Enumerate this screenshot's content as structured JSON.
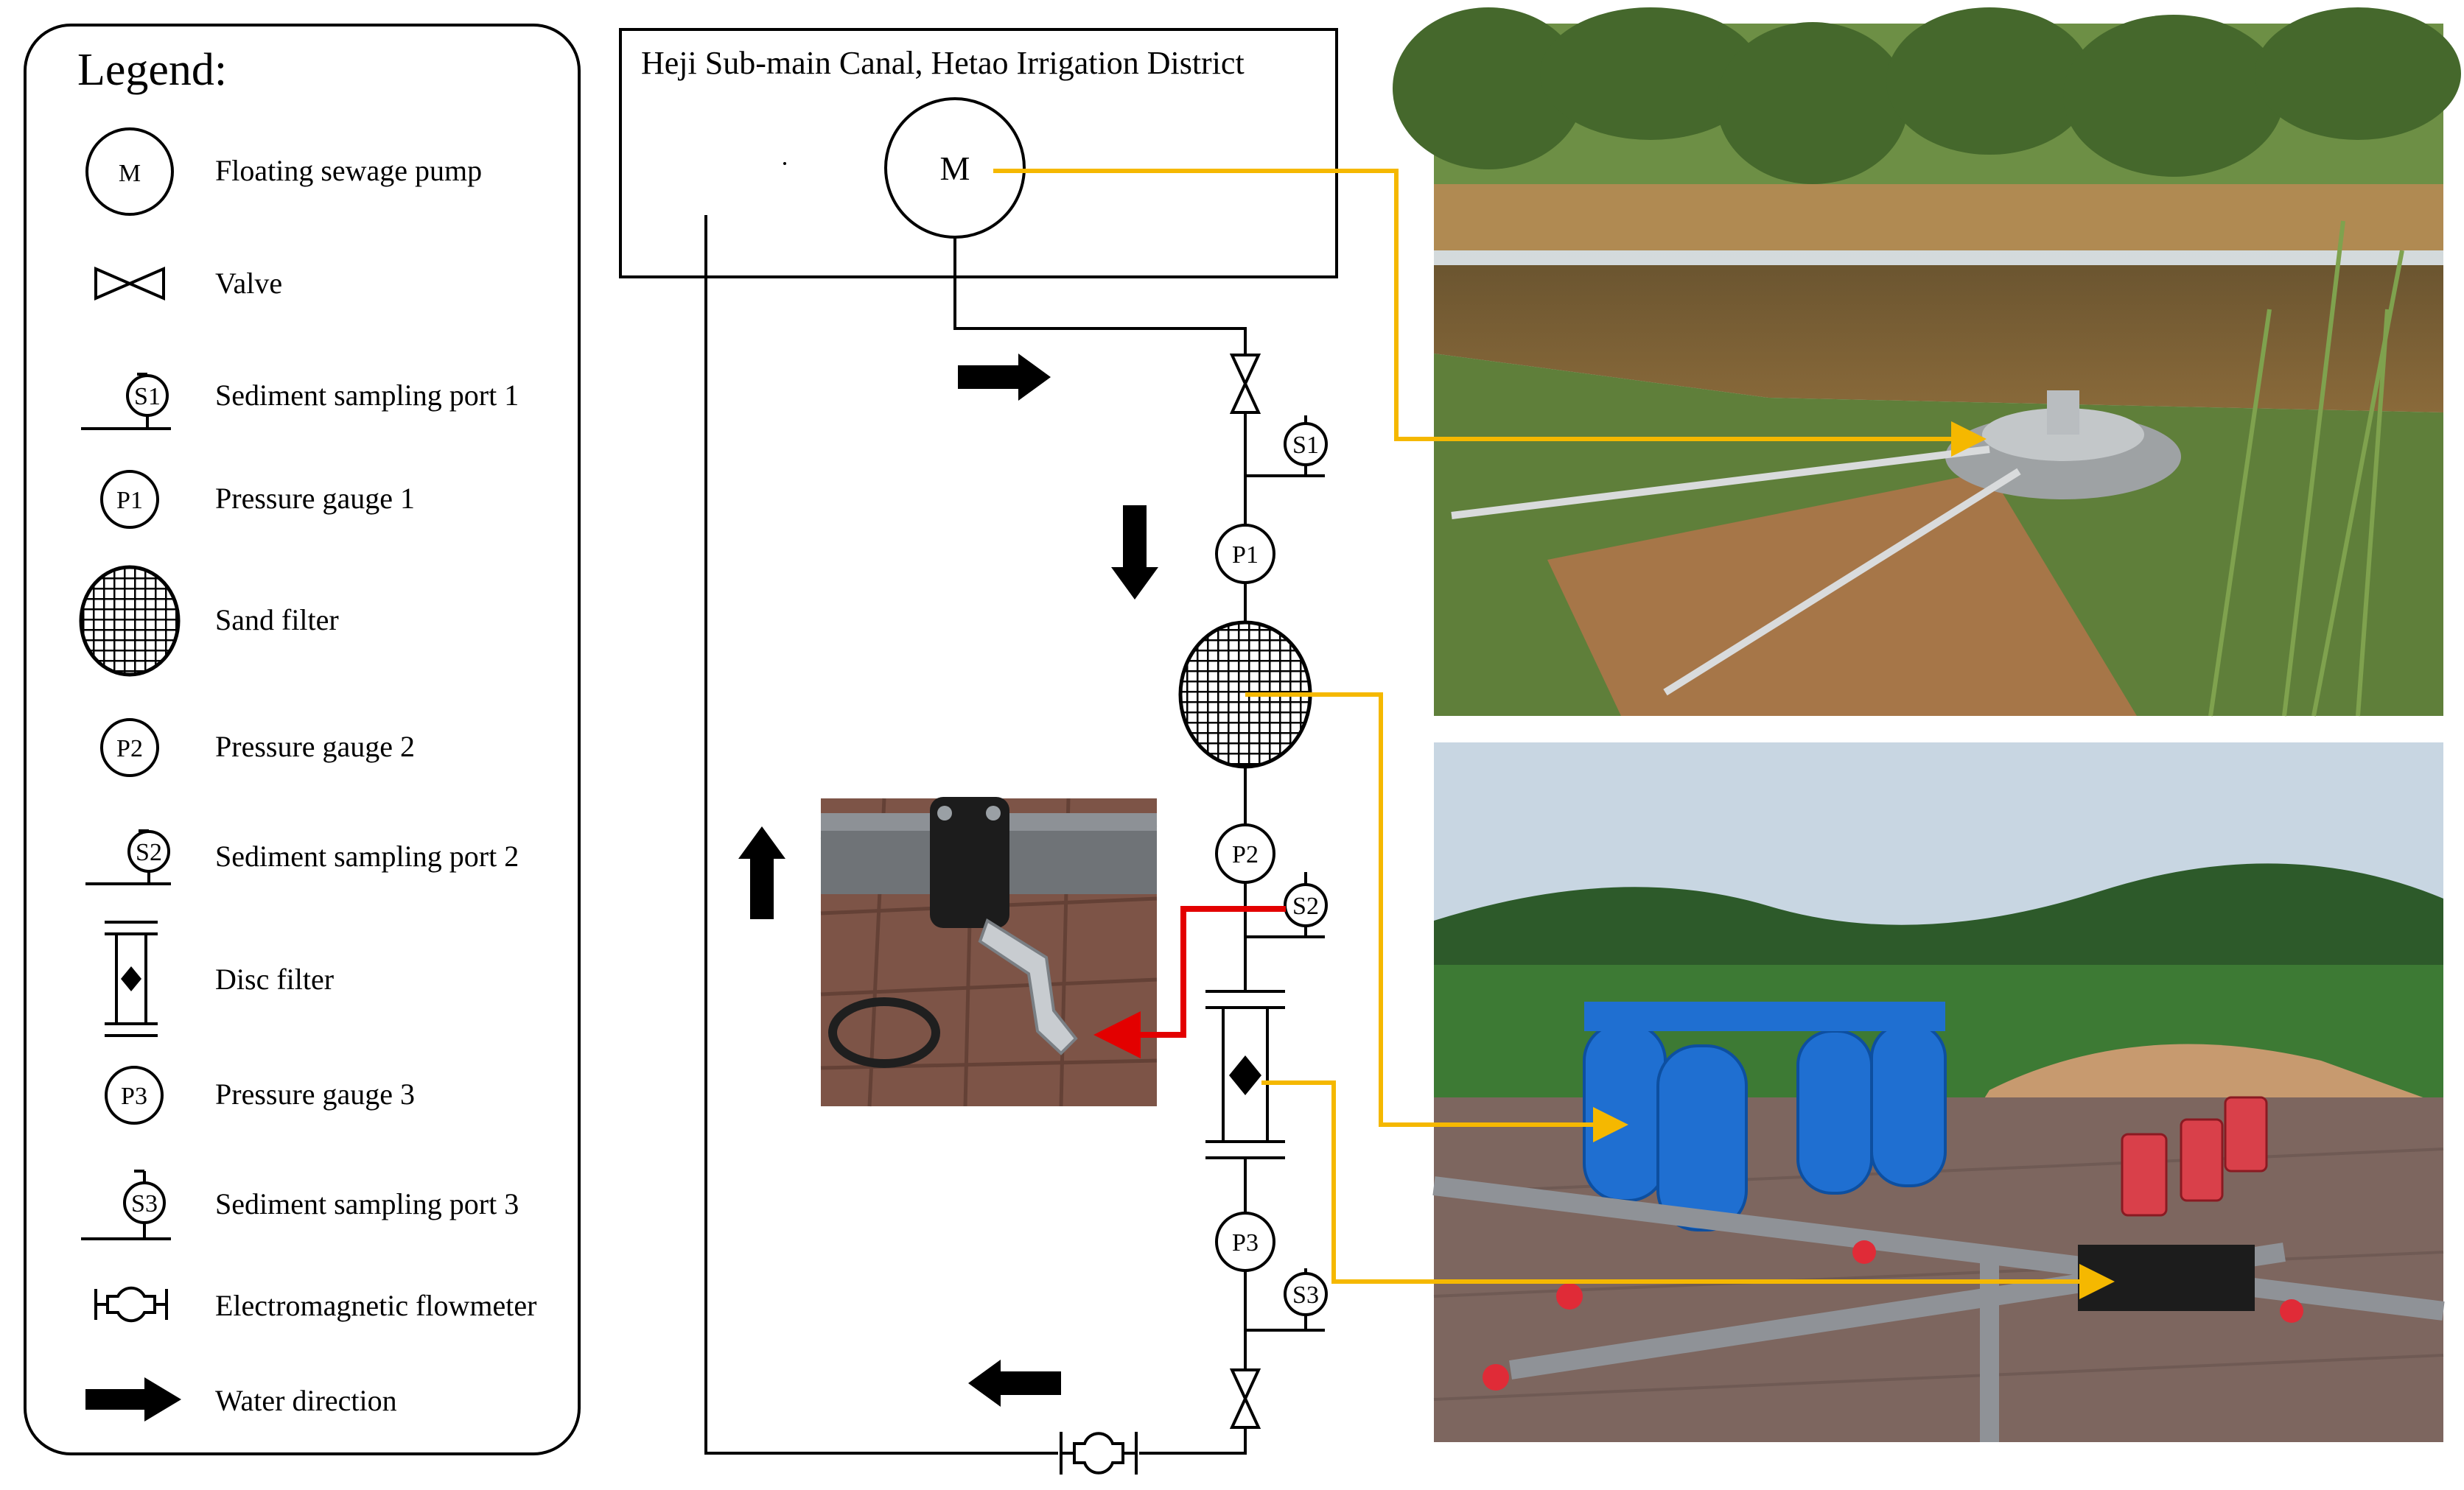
{
  "legend": {
    "title": "Legend:",
    "items": [
      {
        "symbol": "M",
        "label": "Floating sewage pump"
      },
      {
        "symbol": "",
        "label": "Valve"
      },
      {
        "symbol": "S1",
        "label": "Sediment sampling port 1"
      },
      {
        "symbol": "P1",
        "label": "Pressure gauge 1"
      },
      {
        "symbol": "",
        "label": "Sand filter"
      },
      {
        "symbol": "P2",
        "label": "Pressure gauge 2"
      },
      {
        "symbol": "S2",
        "label": "Sediment sampling port 2"
      },
      {
        "symbol": "",
        "label": "Disc filter"
      },
      {
        "symbol": "P3",
        "label": "Pressure gauge 3"
      },
      {
        "symbol": "S3",
        "label": "Sediment sampling port 3"
      },
      {
        "symbol": "",
        "label": "Electromagnetic flowmeter"
      },
      {
        "symbol": "",
        "label": "Water direction"
      }
    ]
  },
  "diagram": {
    "canal_title": "Heji Sub-main Canal, Hetao Irrigation District",
    "pump_label": "M",
    "s1_label": "S1",
    "p1_label": "P1",
    "p2_label": "P2",
    "s2_label": "S2",
    "p3_label": "P3",
    "s3_label": "S3"
  },
  "colors": {
    "callout_line": "#f5b800",
    "sampling_callout": "#e30000",
    "pipe": "#000000"
  }
}
